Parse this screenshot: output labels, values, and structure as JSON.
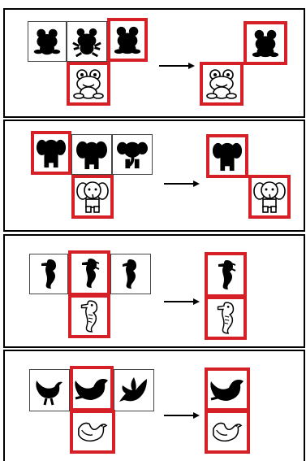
{
  "heading_fragment": "",
  "panels": [
    {
      "animal": "frog",
      "row_icons": [
        "frog-silhouette-1-icon",
        "frog-silhouette-2-icon",
        "frog-silhouette-3-icon"
      ],
      "selected_column": 3,
      "query_icon": "frog-outline-icon",
      "result": [
        "frog-silhouette-3-icon",
        "frog-outline-icon"
      ]
    },
    {
      "animal": "elephant",
      "row_icons": [
        "elephant-silhouette-1-icon",
        "elephant-silhouette-2-icon",
        "elephant-silhouette-3-icon"
      ],
      "selected_column": 1,
      "query_icon": "elephant-outline-icon",
      "result": [
        "elephant-silhouette-1-icon",
        "elephant-outline-icon"
      ]
    },
    {
      "animal": "seahorse",
      "row_icons": [
        "seahorse-silhouette-1-icon",
        "seahorse-silhouette-2-icon",
        "seahorse-silhouette-3-icon"
      ],
      "selected_column": 2,
      "query_icon": "seahorse-outline-icon",
      "result": [
        "seahorse-silhouette-2-icon",
        "seahorse-outline-icon"
      ]
    },
    {
      "animal": "bird",
      "row_icons": [
        "bird-silhouette-1-icon",
        "bird-silhouette-2-icon",
        "bird-silhouette-3-icon"
      ],
      "selected_column": 2,
      "query_icon": "bird-outline-icon",
      "result": [
        "bird-silhouette-2-icon",
        "bird-outline-icon"
      ]
    }
  ],
  "colors": {
    "highlight": "#d62027",
    "silhouette": "#000000",
    "border": "#000000"
  }
}
